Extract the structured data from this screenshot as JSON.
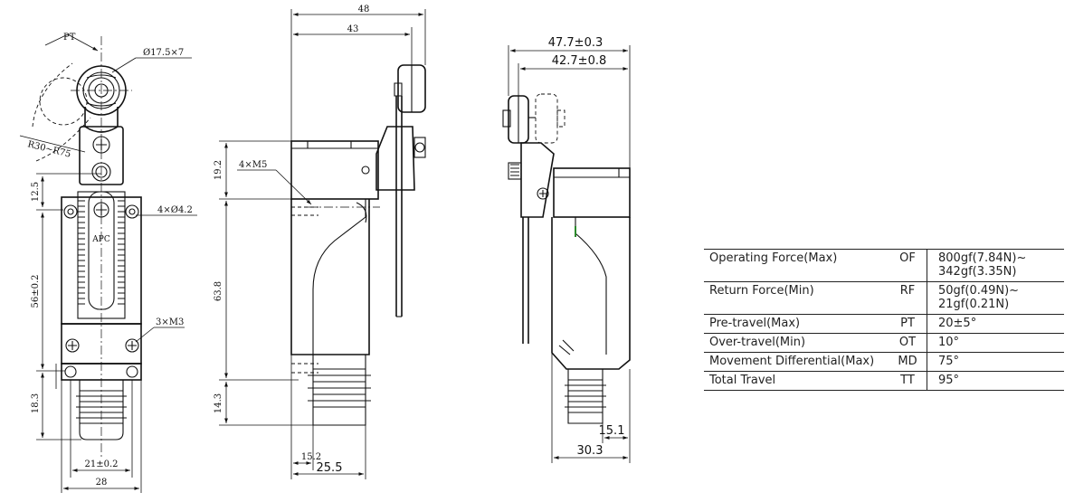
{
  "front_view": {
    "pt": "PT",
    "roller": "Ø17.5×7",
    "radius": "R30~R75",
    "h_12_5": "12.5",
    "holes_4": "4×Ø4.2",
    "h_56": "56±0.2",
    "screws_3": "3×M3",
    "h_18_3": "18.3",
    "w_21": "21±0.2",
    "w_28": "28",
    "logo": "APC"
  },
  "side_view": {
    "w_48": "48",
    "w_43": "43",
    "h_19_2": "19.2",
    "m5": "4×M5",
    "h_63_8": "63.8",
    "h_14_3": "14.3",
    "w_15_2": "15.2",
    "w_25_5": "25.5"
  },
  "right_view": {
    "w_47_7": "47.7±0.3",
    "w_42_7": "42.7±0.8",
    "w_15_1": "15.1",
    "w_30_3": "30.3"
  },
  "spec_table": [
    {
      "name": "Operating Force(Max)",
      "code": "OF",
      "value": "800gf(7.84N)~\n342gf(3.35N)"
    },
    {
      "name": "Return Force(Min)",
      "code": "RF",
      "value": "50gf(0.49N)~\n21gf(0.21N)"
    },
    {
      "name": "Pre-travel(Max)",
      "code": "PT",
      "value": "20±5°"
    },
    {
      "name": "Over-travel(Min)",
      "code": "OT",
      "value": "10°"
    },
    {
      "name": "Movement Differential(Max)",
      "code": "MD",
      "value": "75°"
    },
    {
      "name": "Total Travel",
      "code": "TT",
      "value": "95°"
    }
  ]
}
